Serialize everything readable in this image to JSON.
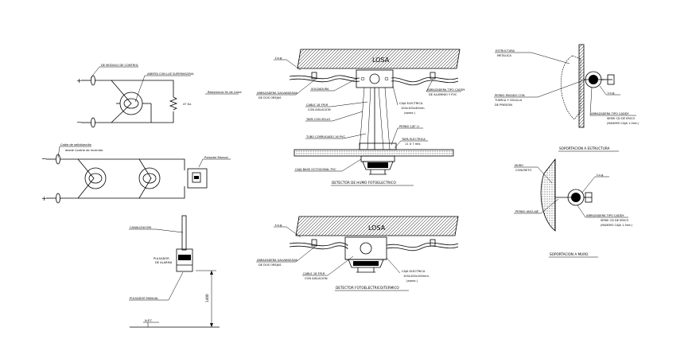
{
  "diagrams": {
    "circuit_top": {
      "control_module": "DE MODULO DE CONTROL",
      "eol_light": "ABERTA CON LUZ SUPERVISORIA",
      "eol_resistor": "Resistencia fin de Linea",
      "resistor_value": "47 Kz.",
      "plus": "+",
      "minus": "−"
    },
    "circuit_mid": {
      "cable_label_1": "Cable de señalización",
      "cable_label_2": "desde Control de Incendio",
      "manual_pull": "Pulsador Manual",
      "plus": "+",
      "minus": "−"
    },
    "pull_station": {
      "conduit": "CANALIZACION",
      "alarm_pull_1": "PULSADOR",
      "alarm_pull_2": "DE ALARMA",
      "manual_pull": "PULSADOR MANUAL",
      "height": "1400",
      "floor_level": "N.P.T."
    },
    "smoke_detector": {
      "slab": "LOSA",
      "tag": "t.o.g.",
      "conduit_1": "ABRAZADERA GALVANIZADA",
      "conduit_2": "DE DOS OREJAS",
      "weld": "SOLDADURA",
      "cable_1": "CABLE 18 FPLR",
      "cable_2": "CON AISLACION",
      "cover": "TAPA CON SELLO",
      "pvc_tube": "TUBO CORRUGADO 16 PVC",
      "clamp_1": "ABRAZADERA TIPO CADDY",
      "clamp_2": "DE ALUMINIO Y PVC",
      "box_1": "CAJA ELECTRICA",
      "box_2": "100x100x40mm.",
      "box_3": "(aprox.)",
      "bolt": "PERNO 1/8\" U",
      "elec_cover_1": "TAPA ELECTRICA",
      "elec_cover_2": "11 X 7 mts",
      "octagonal": "CAJA BASE OCTOGONAL PVC",
      "caption": "DETECTOR DE HUMO FOTOELECTRICO"
    },
    "thermal_detector": {
      "slab": "LOSA",
      "tag": "t.o.g.",
      "conduit_1": "ABRAZADERA GALVANIZADA",
      "conduit_2": "DE DOS OREJAS",
      "cable_1": "CABLE 18 FPLR",
      "cable_2": "CON AISLACION",
      "box_1": "CAJA ELECTRICA",
      "box_2": "100x100x100mm.",
      "box_3": "(aprox.)",
      "caption": "DETECTOR FOTOELECTRICO/TERMICO"
    },
    "structure_support": {
      "structure_1": "ESTRUCTURA",
      "structure_2": "METALICA",
      "bolt_1": "PERNO PASADO CON",
      "bolt_2": "TUERCA Y GOLILLA",
      "bolt_3": "DE PRESION",
      "tag": "t.o.g.",
      "clamp_1": "ABRAZADERA TIPO CADDY",
      "clamp_2": "SERIE CD DE ERICO",
      "clamp_3": "(MAXIMO CAJA 1.5mt.)",
      "caption": "SOPORTACION A ESTRUCTURA"
    },
    "wall_support": {
      "wall_1": "MURO",
      "wall_2": "CONCRETO",
      "tag": "t.o.g.",
      "anchor": "PERNO ANCLAJE",
      "clamp_1": "ABRAZADERA TIPO CADDY",
      "clamp_2": "SERIE CD DE ERICO",
      "clamp_3": "(MAXIMO CAJA 1.5mt.)",
      "caption": "SOPORTACION A MURO"
    }
  }
}
